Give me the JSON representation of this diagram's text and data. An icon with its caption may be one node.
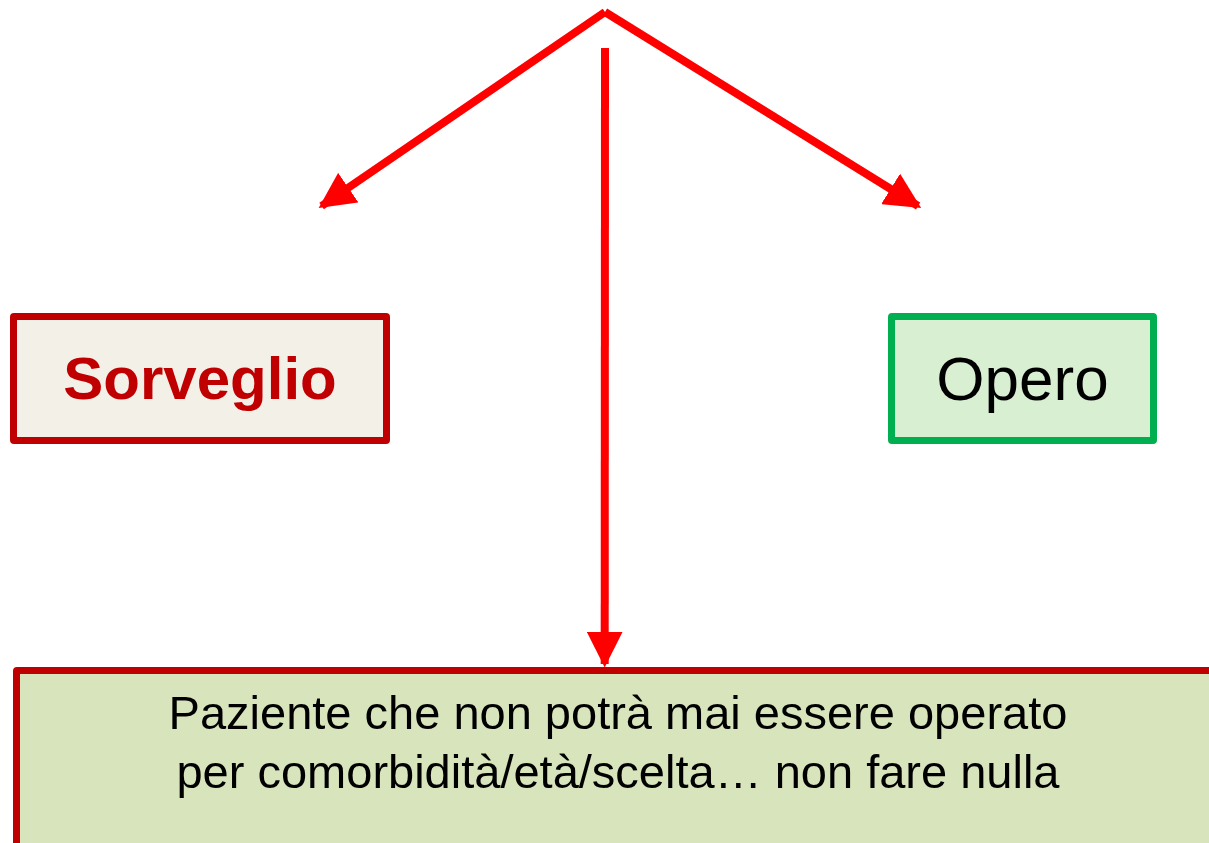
{
  "diagram": {
    "nodes": [
      {
        "text": [
          "Sorveglio"
        ]
      },
      {
        "text": [
          "Opero"
        ]
      },
      {
        "text": [
          "Paziente che non potrà mai essere operato per comorbidità/età/scelta… non fare nulla"
        ]
      }
    ],
    "edges": [
      {
        "from": null,
        "to": 0,
        "arrow": "to",
        "color": "#ff0000"
      },
      {
        "from": null,
        "to": 2,
        "arrow": "to",
        "color": "#ff0000"
      },
      {
        "from": null,
        "to": 1,
        "arrow": "to",
        "color": "#ff0000"
      }
    ]
  }
}
